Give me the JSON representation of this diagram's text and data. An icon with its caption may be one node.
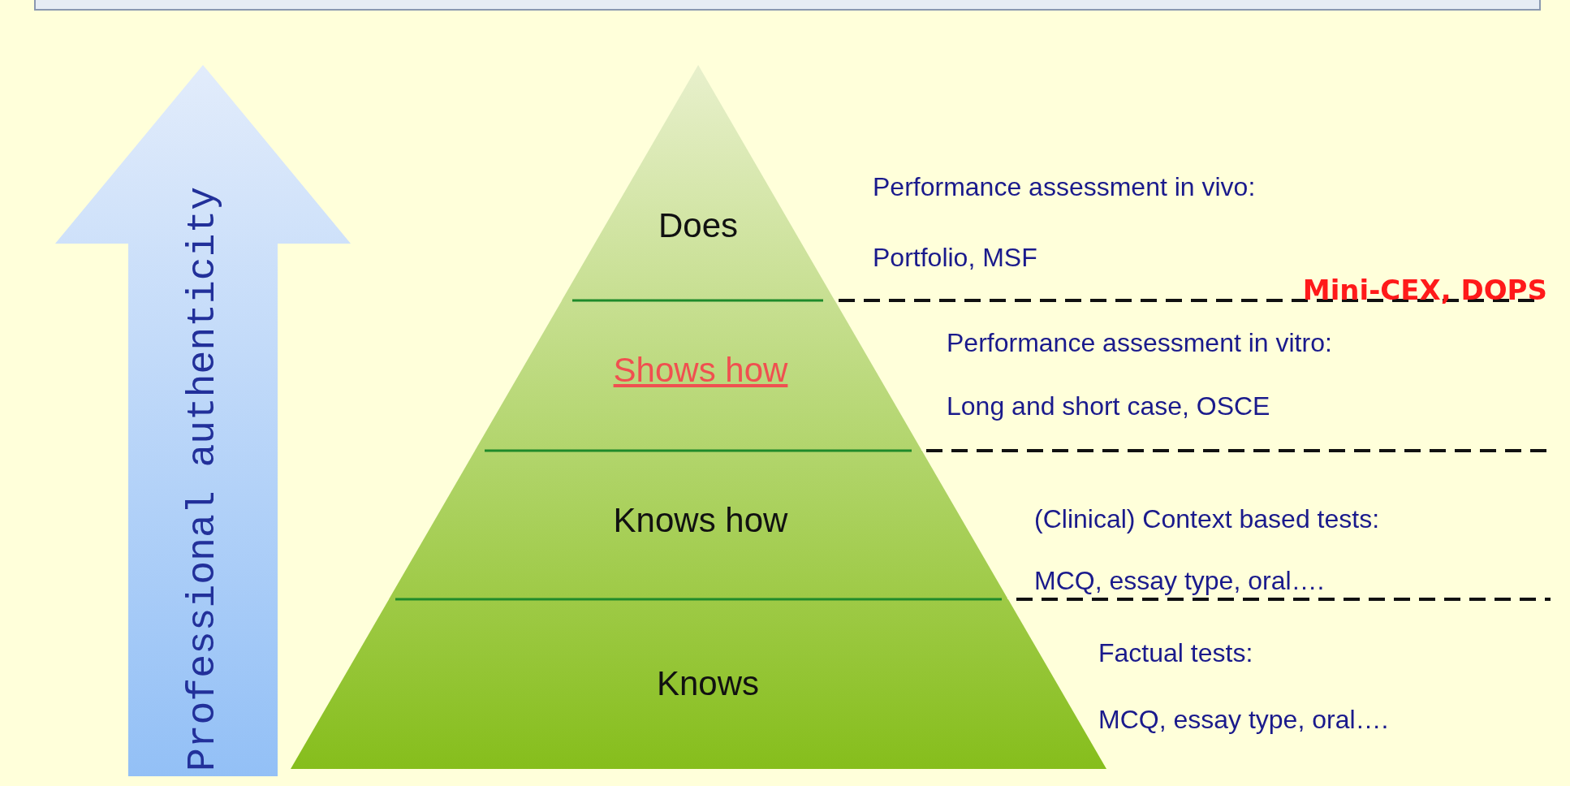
{
  "diagram": {
    "nodes": [
      {
        "text": [
          "Professional authenticity"
        ]
      },
      {
        "text": [
          "Does"
        ]
      },
      {
        "text": [
          "Shows how"
        ]
      },
      {
        "text": [
          "Knows how"
        ]
      },
      {
        "text": [
          "Knows"
        ]
      }
    ],
    "labels": [
      "Performance assessment in vivo:",
      "Portfolio, MSF",
      "Mini-CEX, DOPS",
      "Performance assessment in vitro:",
      "Long and short case, OSCE",
      "(Clinical) Context based tests:",
      "MCQ, essay type, oral….",
      "Factual tests:",
      "MCQ, essay type, oral…."
    ]
  }
}
